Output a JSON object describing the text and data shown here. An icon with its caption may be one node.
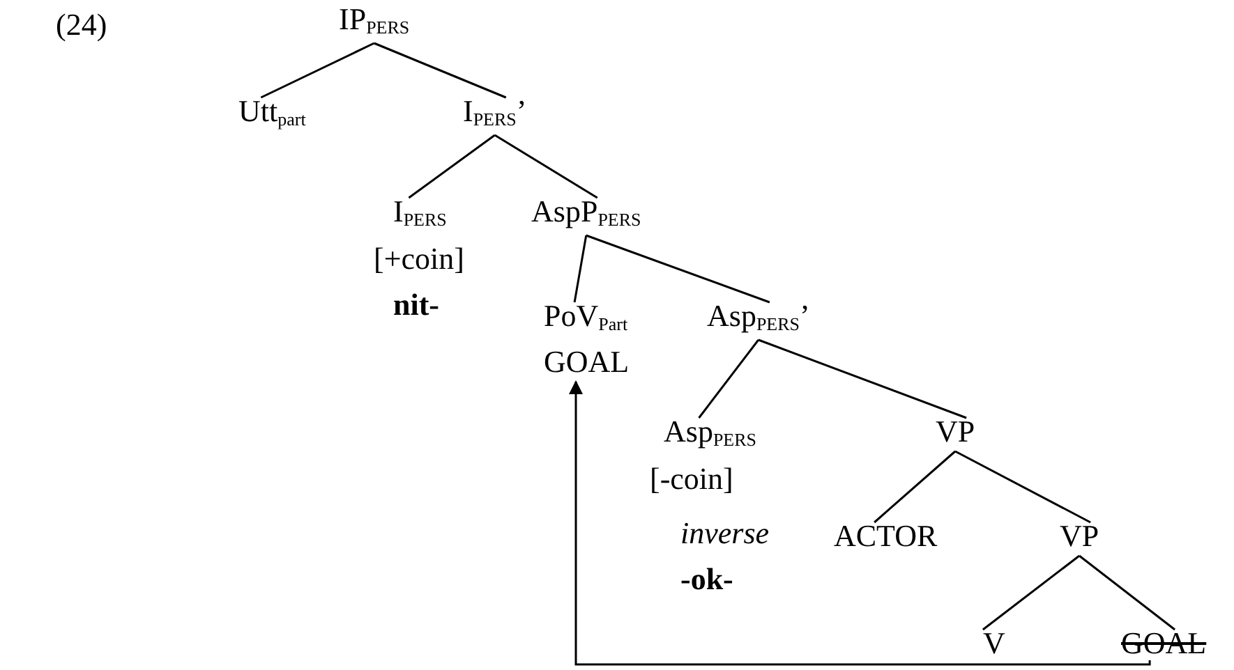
{
  "diagram": {
    "nodes": [
      {
        "text": [
          "IP$_{PERS}$"
        ]
      },
      {
        "text": [
          "Utt$_{part}$"
        ]
      },
      {
        "text": [
          "I$_{PERS}$’"
        ]
      },
      {
        "text": [
          "I$_{PERS}$",
          "[+coin]",
          "nit-"
        ]
      },
      {
        "text": [
          "AspP$_{PERS}$"
        ]
      },
      {
        "text": [
          "PoV$_{Part}$",
          "GOAL"
        ]
      },
      {
        "text": [
          "Asp$_{PERS}$’"
        ]
      },
      {
        "text": [
          "Asp$_{PERS}$",
          "[-coin]",
          "inverse",
          "-ok-"
        ]
      },
      {
        "text": [
          "VP"
        ]
      },
      {
        "text": [
          "ACTOR"
        ]
      },
      {
        "text": [
          "VP"
        ]
      },
      {
        "text": [
          "V"
        ]
      },
      {
        "text": [
          "GOAL"
        ]
      }
    ],
    "edges": [
      {
        "from": 0,
        "to": 1,
        "arrow": "none"
      },
      {
        "from": 0,
        "to": 2,
        "arrow": "none"
      },
      {
        "from": 2,
        "to": 3,
        "arrow": "none"
      },
      {
        "from": 2,
        "to": 4,
        "arrow": "none"
      },
      {
        "from": 4,
        "to": 5,
        "arrow": "none"
      },
      {
        "from": 4,
        "to": 6,
        "arrow": "none"
      },
      {
        "from": 6,
        "to": 7,
        "arrow": "none"
      },
      {
        "from": 6,
        "to": 8,
        "arrow": "none"
      },
      {
        "from": 8,
        "to": 9,
        "arrow": "none"
      },
      {
        "from": 8,
        "to": 10,
        "arrow": "none"
      },
      {
        "from": 10,
        "to": 11,
        "arrow": "none"
      },
      {
        "from": 10,
        "to": 12,
        "arrow": "none"
      },
      {
        "from": 12,
        "to": 5,
        "arrow": "to"
      }
    ],
    "labels": [
      "(24)"
    ]
  }
}
